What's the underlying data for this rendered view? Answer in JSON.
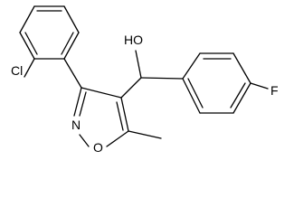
{
  "labels": {
    "hydroxyl": "HO",
    "chlorine": "Cl",
    "fluorine": "F",
    "ring_nitrogen": "N",
    "ring_oxygen": "O"
  },
  "colors": {
    "bond": "#000000",
    "background": "#ffffff"
  }
}
